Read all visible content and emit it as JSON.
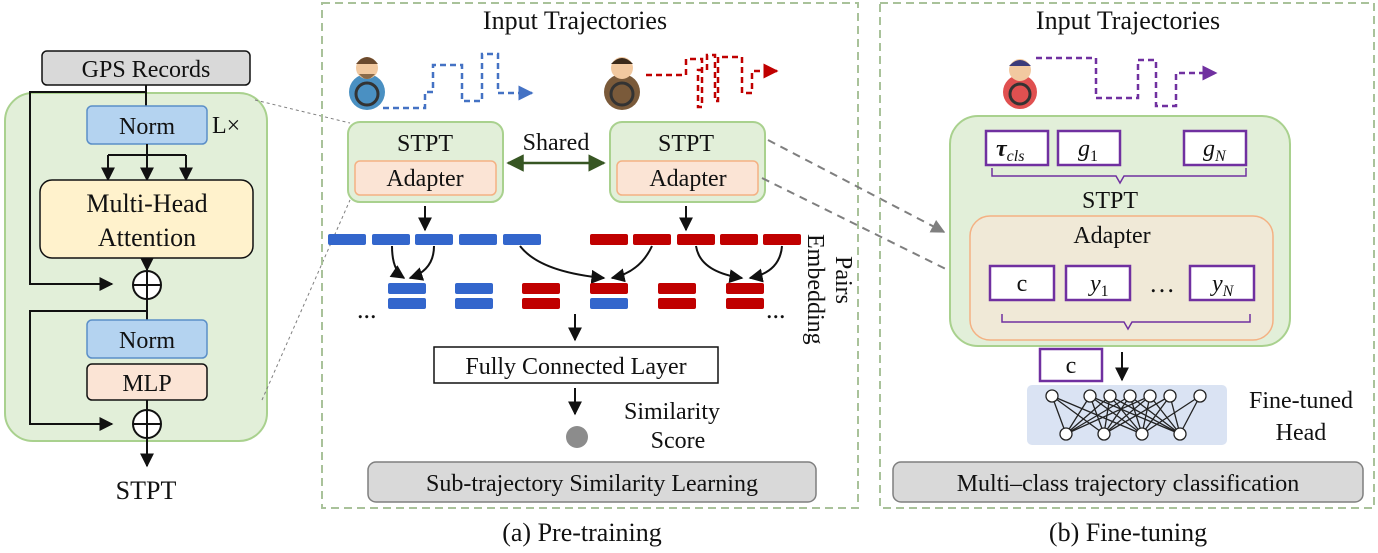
{
  "colors": {
    "green_fill": "#e2efd9",
    "green_stroke": "#a9d18e",
    "norm_fill": "#b4d3f0",
    "norm_stroke": "#5b8fc8",
    "attention_fill": "#fff2cc",
    "mlp_fill": "#fbe4d5",
    "adapter_stroke": "#f4b183",
    "blue_embed": "#3366cc",
    "red_embed": "#c00000",
    "purple": "#7030a0",
    "gray_box": "#d9d9d9",
    "head_fill": "#dae3f3",
    "dashed_panel": "#a9c29a",
    "arrow_green": "#375623"
  },
  "left": {
    "gps_records": "GPS Records",
    "norm_top": "Norm",
    "repeat": "L×",
    "attention_line1": "Multi-Head",
    "attention_line2": "Attention",
    "norm_bottom": "Norm",
    "mlp": "MLP",
    "plus_symbol": "⊕",
    "output": "STPT"
  },
  "pretraining": {
    "input_title": "Input Trajectories",
    "stpt_left": "STPT",
    "adapter_left": "Adapter",
    "shared": "Shared",
    "stpt_right": "STPT",
    "adapter_right": "Adapter",
    "dots_left": "...",
    "dots_right": "...",
    "embedding_pairs_line1": "Embedding",
    "embedding_pairs_line2": "Pairs",
    "fc_layer": "Fully Connected Layer",
    "similarity_line1": "Similarity",
    "similarity_line2": "Score",
    "task_label": "Sub-trajectory Similarity Learning",
    "caption": "(a) Pre-training"
  },
  "finetuning": {
    "input_title": "Input Trajectories",
    "tau": "τ",
    "tau_sub": "cls",
    "g": "g",
    "g1_sub": "1",
    "gN_sub": "N",
    "stpt": "STPT",
    "adapter": "Adapter",
    "c": "c",
    "y": "y",
    "y1_sub": "1",
    "yN_sub": "N",
    "ellipsis": "…",
    "c_output": "c",
    "head_line1": "Fine-tuned",
    "head_line2": "Head",
    "task_label": "Multi–class trajectory classification",
    "caption": "(b) Fine-tuning"
  }
}
